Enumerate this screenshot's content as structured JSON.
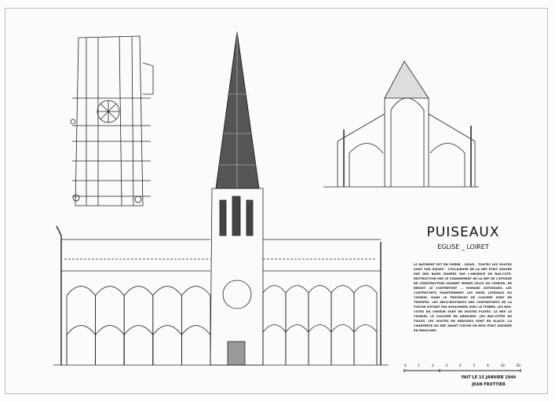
{
  "title": "PUISEAUX",
  "subtitle": "EGLISE _ LOIRET",
  "notes": "LE BATIMENT EST EN PIERRE . OGIVE . TOUTES LES VOUTES SONT SUR OGIVES . L'ECLAIRAGE DE LA NEF ETAIT ASSURE PAR DES BAIES MURÉES PAR L'ABSENCE DE BAS-COTÉ. DESTRUCTION PAR LE CHANGEMENT DE LA NEF DE L'EPOQUE DE CONSTRUCTION SUIVANT MEMES CELLE DU CHOEUR. HÉ BENOIT. LE CONTREFORT ... ROMANS GOTHIQUES. LES CONTREFORTS MAINTIENNENT LES MURS LATERAUX DU CHOEUR. DANS LE TRIFORIUM DE CLOCHER SONT EN TROMPES. LES ARCS-BOUTANTS DES CONTREFORTS DE LA FLECHE N'ETANT PAS BOULONNÉS AVEC LE TIMBRE. LES BAS-COTÉS DU CHOEUR SONT EN VOUTES PLATES. LA NEF, LE CHOEUR, LE CLOCHER EN ARDOISES. LES BAS-CÔTÉS EN TUILES. LES VOUTES EN ARDOISES SONT EN GLACIS. LA CHARPENTE DU NEF AVANT FLÈCHE EN BOIS ÉTAIT ASSURÉE EN PAVILLONS .",
  "scale": {
    "labels": [
      "0",
      "1",
      "2",
      "3",
      "4",
      "5",
      "6",
      "10",
      "50"
    ]
  },
  "date": "FAIT LE 15 JANVIER 1944",
  "author": "JEAN FROTTIER"
}
